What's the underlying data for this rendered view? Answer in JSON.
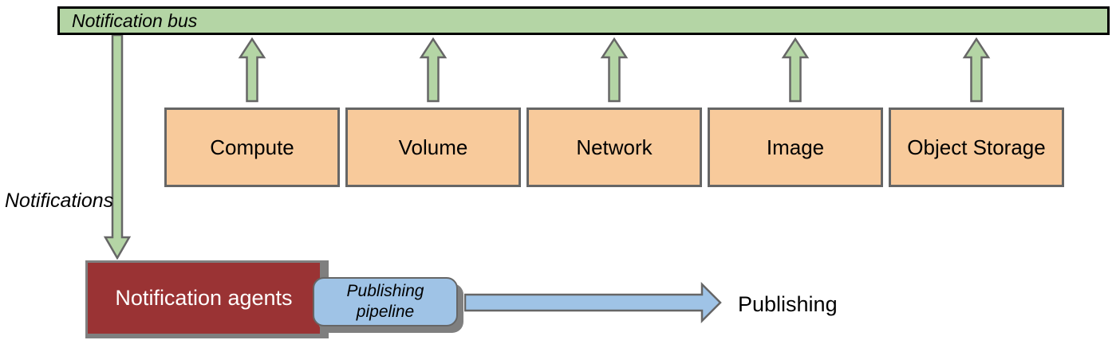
{
  "diagram": {
    "bus": {
      "label": "Notification bus"
    },
    "services": [
      {
        "label": "Compute"
      },
      {
        "label": "Volume"
      },
      {
        "label": "Network"
      },
      {
        "label": "Image"
      },
      {
        "label": "Object Storage"
      }
    ],
    "notifications_label": "Notifications",
    "agents": {
      "label": "Notification agents"
    },
    "pipeline": {
      "label_line1": "Publishing",
      "label_line2": "pipeline"
    },
    "publishing_label": "Publishing",
    "colors": {
      "bus_fill": "#b4d5a5",
      "bus_border": "#000000",
      "arrow_green": "#b4d5a5",
      "service_fill": "#f8ca9b",
      "agents_fill": "#9a3334",
      "pipeline_fill": "#9fc3e6",
      "arrow_blue": "#9fc3e6",
      "border_gray": "#666666",
      "shadow_gray": "#7f7f7f"
    }
  }
}
